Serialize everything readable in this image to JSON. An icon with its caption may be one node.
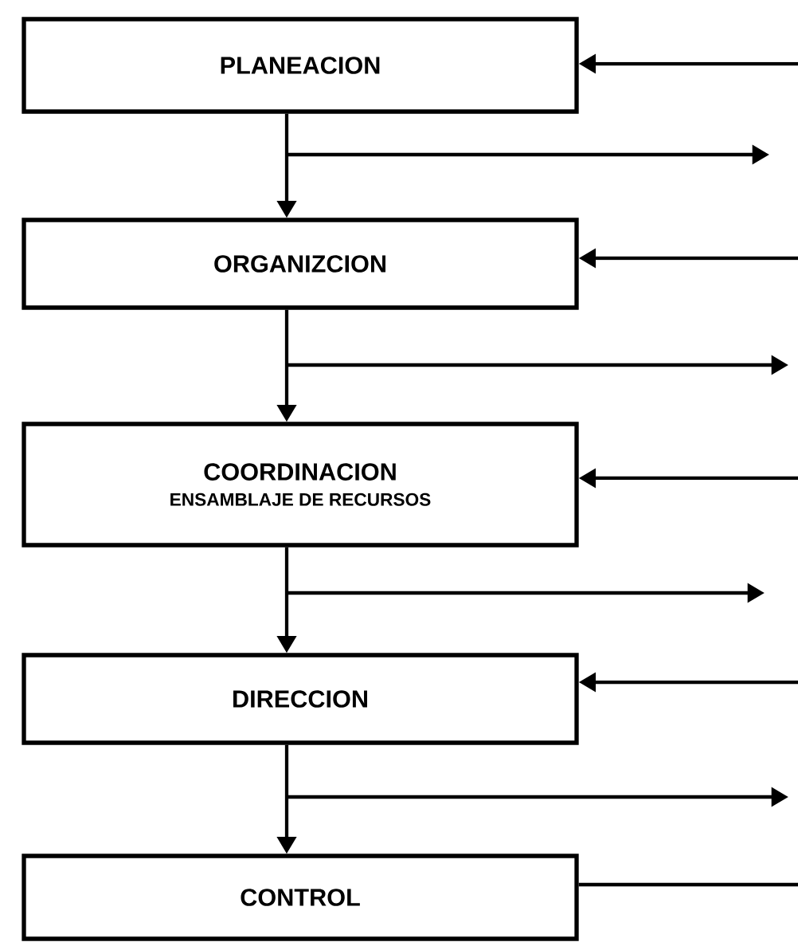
{
  "diagram": {
    "nodes": [
      {
        "text": [
          "PLANEACION"
        ]
      },
      {
        "text": [
          "ORGANIZCION"
        ]
      },
      {
        "text": [
          "COORDINACION",
          "ENSAMBLAJE DE RECURSOS"
        ]
      },
      {
        "text": [
          "DIRECCION"
        ]
      },
      {
        "text": [
          "CONTROL"
        ]
      }
    ],
    "edges": [
      {
        "from": 0,
        "to": 1,
        "arrow": "to"
      },
      {
        "from": 1,
        "to": 2,
        "arrow": "to"
      },
      {
        "from": 2,
        "to": 3,
        "arrow": "to"
      },
      {
        "from": 3,
        "to": 4,
        "arrow": "to"
      },
      {
        "from": null,
        "to": 0,
        "arrow": "to"
      },
      {
        "from": 0,
        "to": null,
        "arrow": "to"
      },
      {
        "from": null,
        "to": 1,
        "arrow": "to"
      },
      {
        "from": 1,
        "to": null,
        "arrow": "to"
      },
      {
        "from": null,
        "to": 2,
        "arrow": "to"
      },
      {
        "from": 2,
        "to": null,
        "arrow": "to"
      },
      {
        "from": null,
        "to": 3,
        "arrow": "to"
      },
      {
        "from": 3,
        "to": null,
        "arrow": "to"
      },
      {
        "from": 4,
        "to": null,
        "arrow": "none"
      }
    ]
  }
}
